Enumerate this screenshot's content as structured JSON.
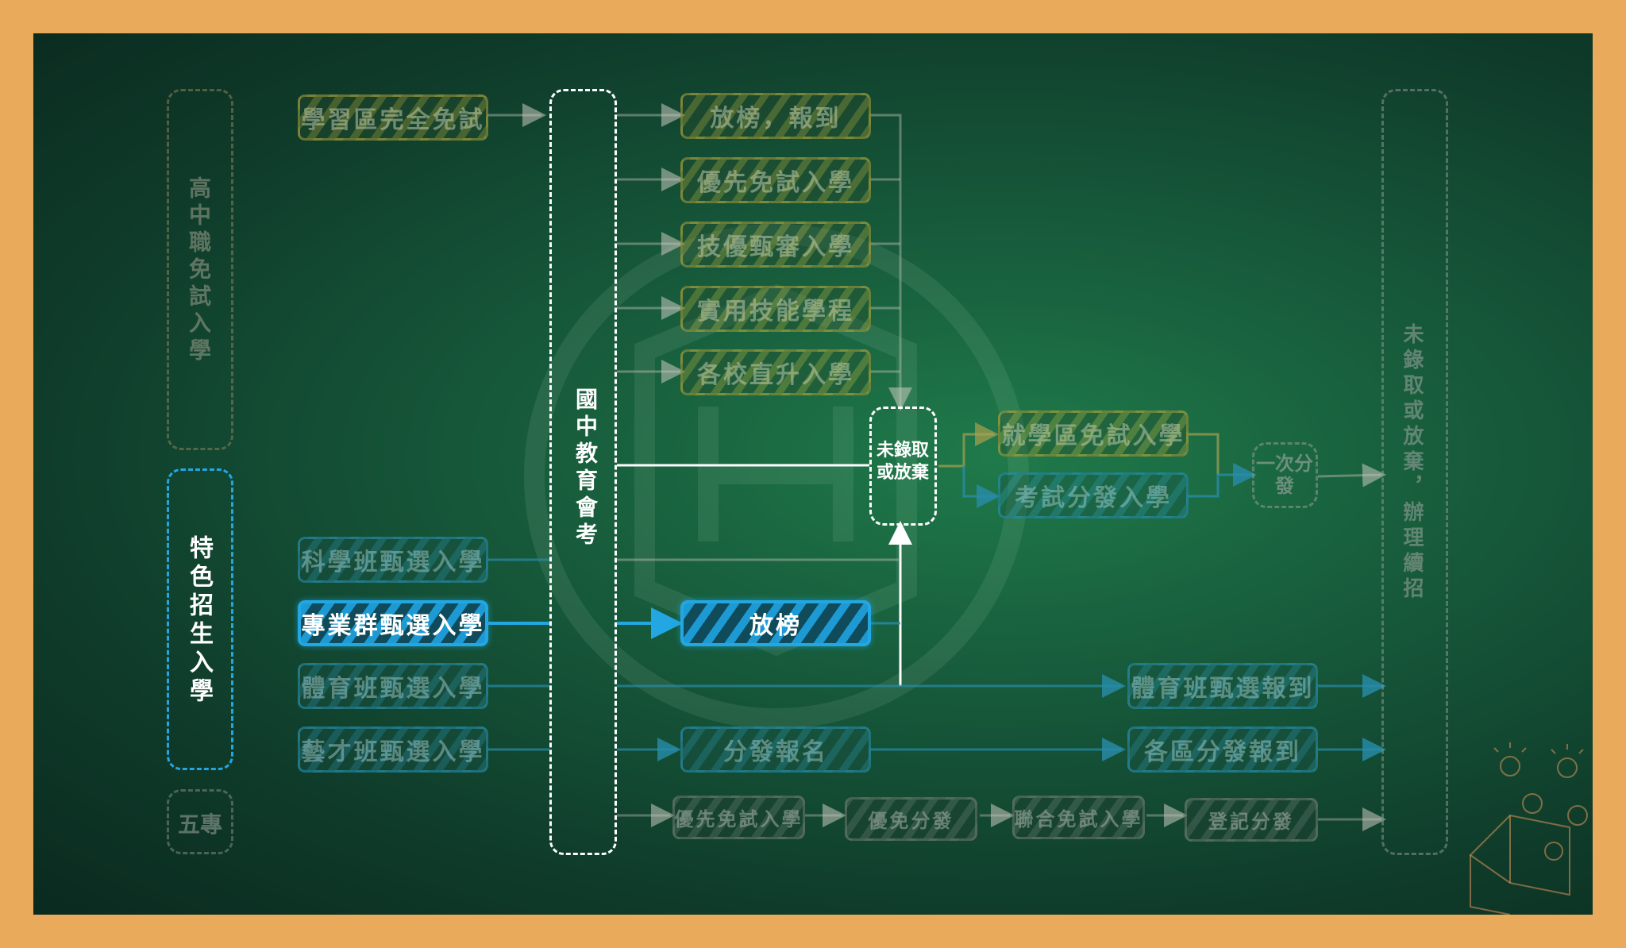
{
  "groups": {
    "free_exam": "高中職免試入學",
    "special": "特色招生入學",
    "five_year": "五專"
  },
  "center": "國中教育會考",
  "right": "未錄取或放棄，辦理續招",
  "free_exam_items": {
    "community": "學習區完全免試",
    "results": "放榜，報到",
    "priority": "優先免試入學",
    "skill": "技優甄審入學",
    "practical": "實用技能學程",
    "direct": "各校直升入學"
  },
  "middle": {
    "not_admitted": "未錄取或放棄",
    "district_free": "就學區免試入學",
    "exam_assign": "考試分發入學",
    "one_time": "一次分發"
  },
  "special_items": {
    "science": "科學班甄選入學",
    "professional": "專業群甄選入學",
    "sports": "體育班甄選入學",
    "arts": "藝才班甄選入學",
    "announce": "放榜",
    "sports_report": "體育班甄選報到",
    "assign_register": "分發報名",
    "district_report": "各區分發報到"
  },
  "five_year_items": {
    "priority": "優先免試入學",
    "priority_assign": "優免分發",
    "joint": "聯合免試入學",
    "register_assign": "登記分發"
  },
  "colors": {
    "board": "#16583a",
    "frame": "#eaaa5c",
    "active": "#23a7e3",
    "yellow": "#a5a03c",
    "blue": "#288ca5"
  }
}
